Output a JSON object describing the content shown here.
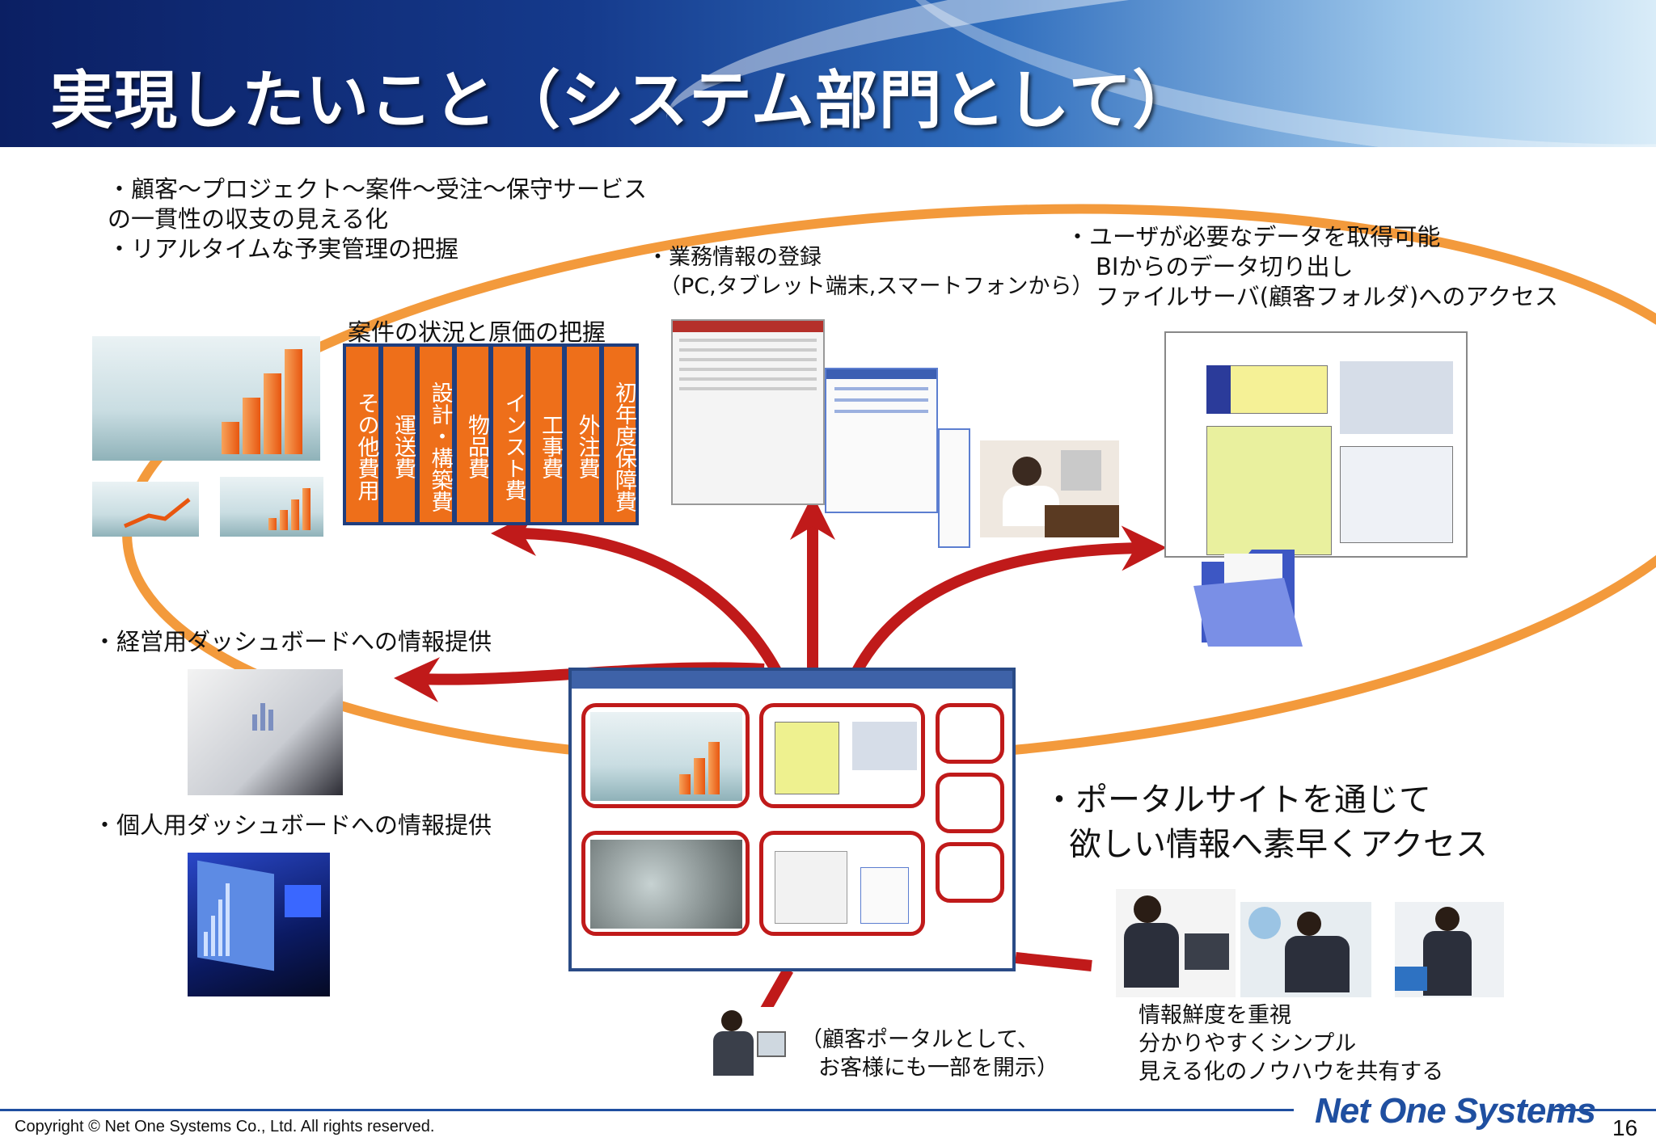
{
  "title": "実現したいこと（システム部門として）",
  "note_top_left": [
    "・顧客～プロジェクト～案件～受注～保守サービス",
    "の一貫性の収支の見える化",
    "・リアルタイムな予実管理の把握"
  ],
  "cost_heading": "案件の状況と原価の把握",
  "cost_columns": [
    "その他費用",
    "運送費",
    "設計・構築費",
    "物品費",
    "インスト費",
    "工事費",
    "外注費",
    "初年度保障費"
  ],
  "note_business": [
    "・業務情報の登録",
    "（PC,タブレット端末,スマートフォンから）"
  ],
  "note_user": [
    "・ユーザが必要なデータを取得可能",
    "BIからのデータ切り出し",
    "ファイルサーバ(顧客フォルダ)へのアクセス"
  ],
  "note_mgmt_dashboard": "・経営用ダッシュボードへの情報提供",
  "note_personal_dashboard": "・個人用ダッシュボードへの情報提供",
  "note_portal": [
    "・ポータルサイトを通じて",
    "欲しい情報へ素早くアクセス"
  ],
  "note_customer_portal": [
    "（顧客ポータルとして、",
    "お客様にも一部を開示）"
  ],
  "note_freshness": [
    "情報鮮度を重視",
    "分かりやすくシンプル",
    "見える化のノウハウを共有する"
  ],
  "footer": {
    "copyright": "Copyright © Net One Systems Co., Ltd. All rights reserved.",
    "logo": "Net One Systems",
    "page": "16"
  },
  "colors": {
    "arrow": "#c01a1a",
    "ellipse": "#f39a3c",
    "cost_fill": "#ee6f1a",
    "header": "#153a8c"
  },
  "icons": [
    "city-chart-image",
    "business-form-screenshot",
    "bi-report-screenshot",
    "folder-icon",
    "dashboard-image",
    "monitor-image",
    "person-at-computer-icon"
  ]
}
